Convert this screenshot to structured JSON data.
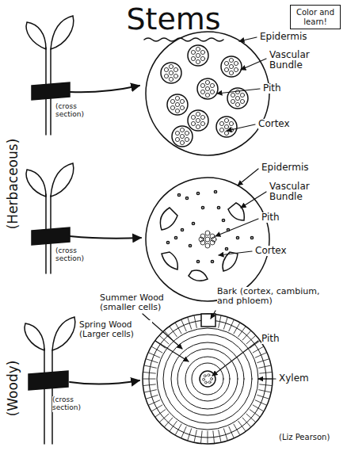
{
  "diagram": {
    "title": "Stems",
    "nodes": [
      {
        "text": [
          "Color and learn!"
        ]
      }
    ],
    "labels": [
      "(Herbaceous)",
      "(cross section)",
      "Epidermis",
      "Vascular Bundle",
      "Pith",
      "Cortex",
      "(cross section)",
      "Epidermis",
      "Vascular Bundle",
      "Pith",
      "Cortex",
      "(Woody)",
      "Summer Wood (smaller cells)",
      "Bark (cortex, cambium, and phloem)",
      "Spring Wood (Larger cells)",
      "Pith",
      "(cross section)",
      "Xylem",
      "(Liz Pearson)"
    ]
  }
}
